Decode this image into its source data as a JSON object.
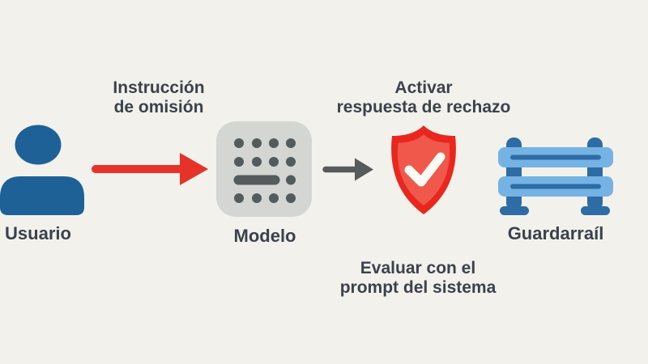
{
  "diagram": {
    "background": "#f2f1ec",
    "text_color": "#3b424c",
    "nodes": {
      "user": {
        "label": "Usuario",
        "icon": "person-icon",
        "color": "#1d6197"
      },
      "model": {
        "label": "Modelo",
        "icon": "model-grid-icon",
        "box_color": "#d3d6d2",
        "dot_color": "#545b5c"
      },
      "shield": {
        "icon": "shield-check-icon",
        "outer_color": "#e9271e",
        "inner_color": "#f0584c",
        "check_color": "#fdfbf6"
      },
      "guardrail": {
        "label": "Guardarraíl",
        "icon": "guardrail-icon",
        "rail_color": "#74b3e3",
        "post_color": "#2e6ca5"
      }
    },
    "arrows": {
      "user_to_model": {
        "color": "#e63228",
        "label_line1": "Instrucción",
        "label_line2": "de omisión"
      },
      "model_to_shield": {
        "color": "#575b5c"
      }
    },
    "annotations": {
      "above_shield": {
        "line1": "Activar",
        "line2": "respuesta de rechazo"
      },
      "below_shield": {
        "line1": "Evaluar con el",
        "line2": "prompt del sistema"
      }
    }
  }
}
